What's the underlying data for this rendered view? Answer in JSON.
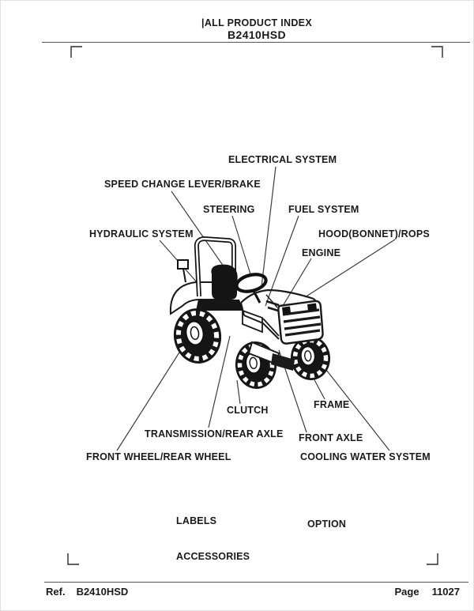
{
  "header": {
    "title": "|ALL PRODUCT INDEX",
    "model": "B2410HSD"
  },
  "diagram": {
    "callouts": [
      {
        "text": "ELECTRICAL SYSTEM"
      },
      {
        "text": "SPEED CHANGE LEVER/BRAKE"
      },
      {
        "text": "STEERING"
      },
      {
        "text": "FUEL SYSTEM"
      },
      {
        "text": "HYDRAULIC SYSTEM"
      },
      {
        "text": "HOOD(BONNET)/ROPS"
      },
      {
        "text": "ENGINE"
      },
      {
        "text": "CLUTCH"
      },
      {
        "text": "FRAME"
      },
      {
        "text": "TRANSMISSION/REAR AXLE"
      },
      {
        "text": "FRONT AXLE"
      },
      {
        "text": "FRONT WHEEL/REAR WHEEL"
      },
      {
        "text": "COOLING WATER SYSTEM"
      }
    ],
    "categories": [
      {
        "text": "LABELS"
      },
      {
        "text": "OPTION"
      },
      {
        "text": "ACCESSORIES"
      }
    ]
  },
  "footer": {
    "ref_label": "Ref.",
    "ref_value": "B2410HSD",
    "page_label": "Page",
    "page_value": "11027"
  },
  "colors": {
    "ink": "#1a1a1a",
    "leader_line": "#3d3d3d",
    "rule": "#555555",
    "background": "#ffffff"
  }
}
